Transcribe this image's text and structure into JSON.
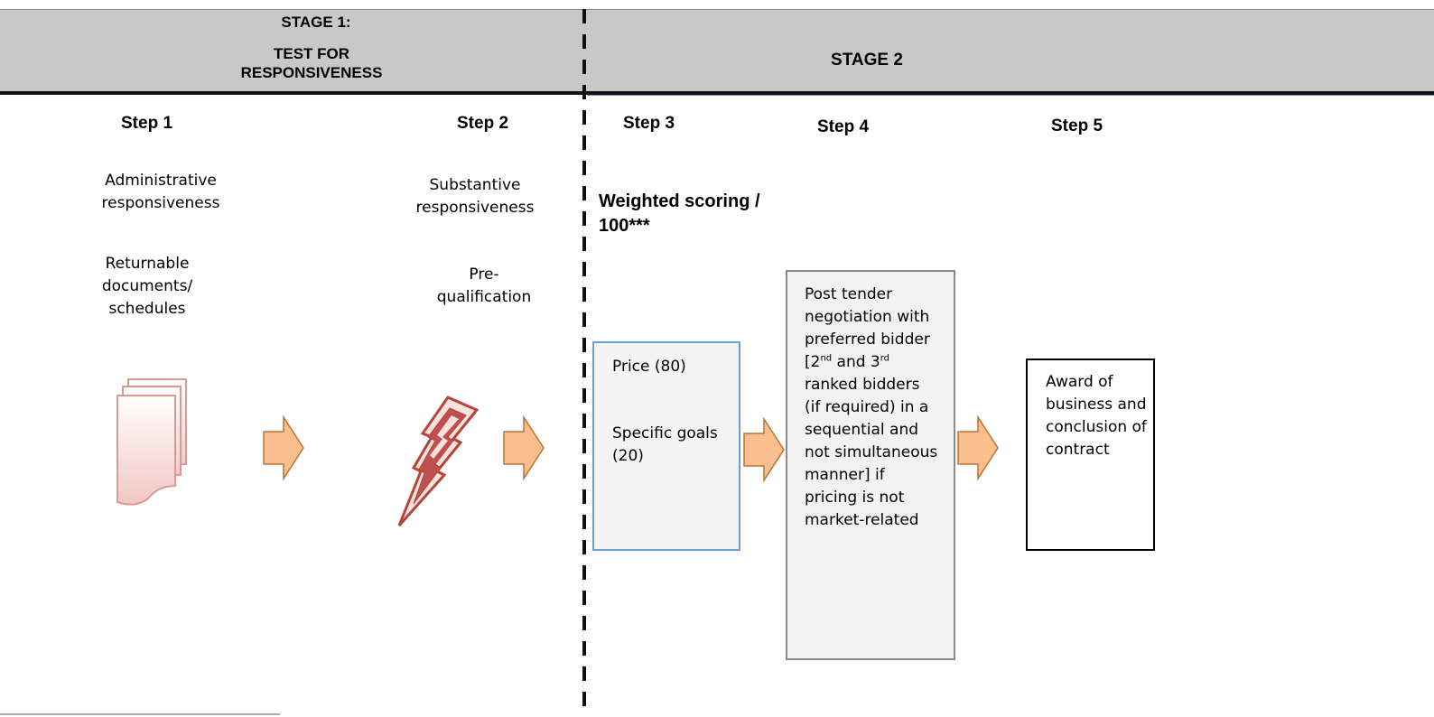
{
  "header": {
    "stage1_line1": "STAGE 1:",
    "stage1_line2": "TEST FOR RESPONSIVENESS",
    "stage2": "STAGE 2"
  },
  "steps": [
    {
      "label": "Step 1"
    },
    {
      "label": "Step 2"
    },
    {
      "label": "Step 3"
    },
    {
      "label": "Step 4"
    },
    {
      "label": "Step 5"
    }
  ],
  "step1": {
    "text_a": "Administrative responsiveness",
    "text_b": "Returnable documents/ schedules",
    "icon": "documents-icon"
  },
  "step2": {
    "text_a": "Substantive responsiveness",
    "text_b": "Pre-qualification",
    "icon": "lightning-icon"
  },
  "step3": {
    "heading": "Weighted scoring / 100***",
    "price": "Price (80)",
    "goals": "Specific goals  (20)"
  },
  "step4": {
    "t1": "Post tender negotiation with preferred bidder [2",
    "sup1": "nd",
    "t2": " and 3",
    "sup2": "rd",
    "t3": " ranked bidders (if required) in a sequential and not simultaneous manner] if pricing is not market-related"
  },
  "step5": {
    "text": "Award of business and conclusion of contract"
  },
  "colors": {
    "header_band": "#c8c8c8",
    "arrow_fill": "#fbbf8f",
    "arrow_stroke": "#b87333",
    "icon_red": "#b5443c",
    "price_box_border": "#6a9fd8"
  }
}
